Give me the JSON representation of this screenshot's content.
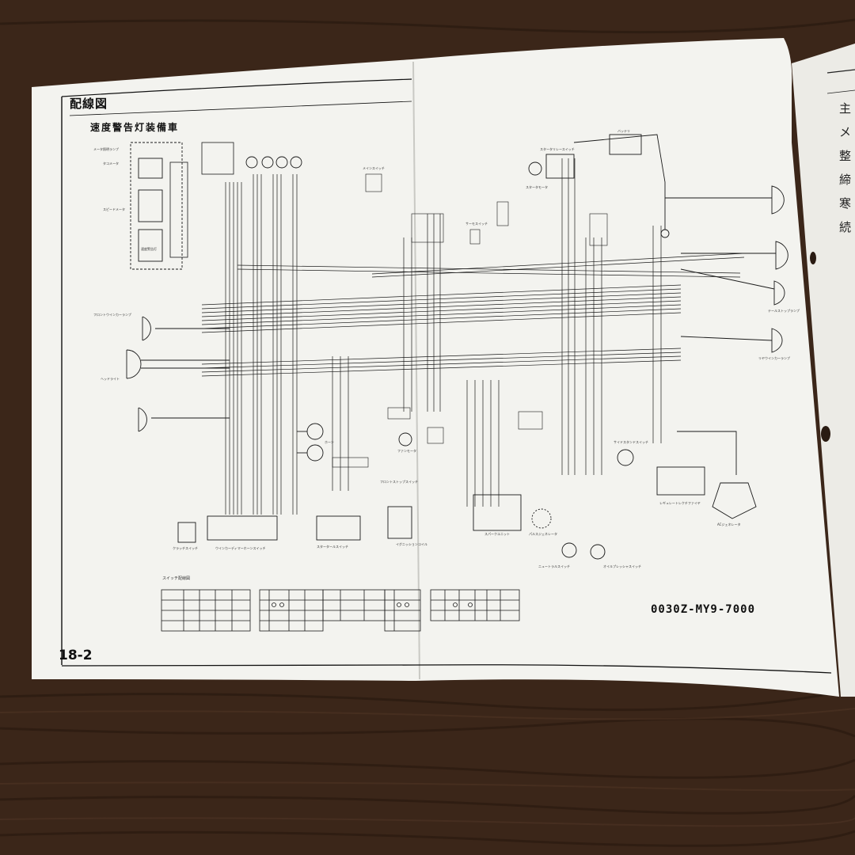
{
  "page": {
    "section_title": "配線図",
    "subtitle": "速度警告灯装備車",
    "page_number": "18-2",
    "part_number": "0030Z-MY9-7000",
    "switch_legend_title": "スイッチ配線図",
    "right_page_glyphs": [
      "主",
      "メ",
      "整",
      "締",
      "寒",
      "続"
    ]
  },
  "diagram": {
    "component_labels": [
      "メータ照明ランプ",
      "タコメータ",
      "スピードメータ",
      "速度警告灯",
      "ヘッドライト",
      "フロントウインカーランプ",
      "ホーン",
      "クラッチスイッチ",
      "ウインカーディマーホーンスイッチ",
      "スタータモータ",
      "スタータリレースイッチ",
      "バッテリ",
      "メインスイッチ",
      "スパークユニット",
      "イグニッションコイル",
      "サーモスイッチ",
      "ファンモータ",
      "ニュートラルスイッチ",
      "オイルプレッシャスイッチ",
      "レギュレートレクチファイヤ",
      "ACジェネレータ",
      "テールストップランプ",
      "リヤウインカーランプ",
      "サイドスタンドスイッチ",
      "パルスジェネレータ",
      "フロントストップスイッチ",
      "スタータールスイッチ"
    ]
  }
}
